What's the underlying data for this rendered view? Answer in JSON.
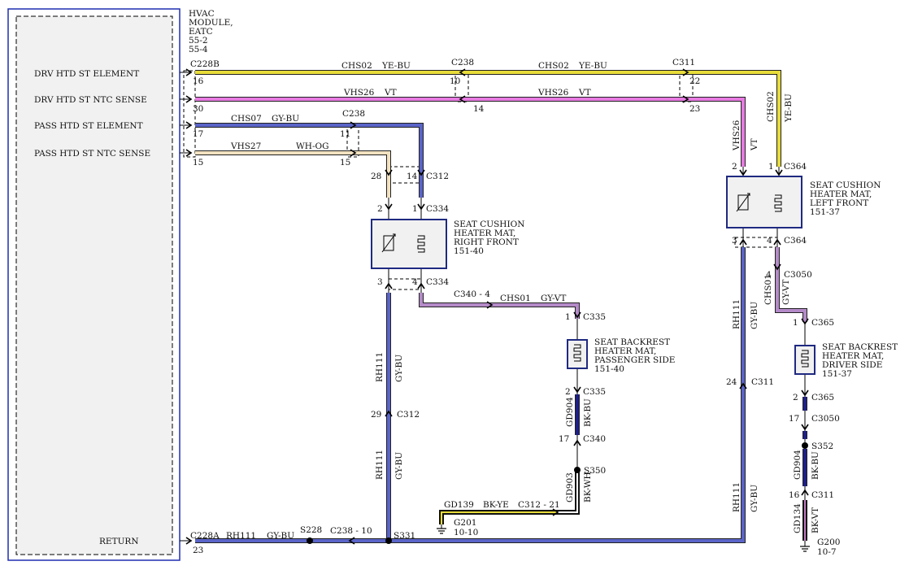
{
  "module": {
    "title_lines": [
      "HVAC",
      "MODULE,",
      "EATC",
      "55-2",
      "55-4"
    ],
    "pins": [
      "DRV HTD ST ELEMENT",
      "DRV HTD ST NTC SENSE",
      "PASS HTD ST ELEMENT",
      "PASS HTD ST NTC SENSE",
      "RETURN"
    ]
  },
  "labels": {
    "c228b": "C228B",
    "c228a": "C228A",
    "c238": "C238",
    "c311": "C311",
    "c312": "C312",
    "c334": "C334",
    "c364": "C364",
    "c335": "C335",
    "c340": "C340",
    "c365": "C365",
    "c3050": "C3050",
    "c340_4": "C340 - 4",
    "c312_21": "C312 - 21",
    "c238_10": "C238 - 10",
    "s228": "S228",
    "s331": "S331",
    "s350": "S350",
    "s352": "S352",
    "g201": "G201",
    "g201_loc": "10-10",
    "g200": "G200",
    "g200_loc": "10-7",
    "chs02": "CHS02",
    "ye_bu": "YE-BU",
    "vhs26": "VHS26",
    "vt": "VT",
    "chs07": "CHS07",
    "gy_bu": "GY-BU",
    "vhs27": "VHS27",
    "wh_og": "WH-OG",
    "rh111": "RH111",
    "chs01": "CHS01",
    "gy_vt": "GY-VT",
    "gd904": "GD904",
    "bk_bu": "BK-BU",
    "gd903": "GD903",
    "bk_wh": "BK-WH",
    "gd139": "GD139",
    "bk_ye": "BK-YE",
    "gd134": "GD134",
    "bk_vt": "BK-VT",
    "p16": "16",
    "p30": "30",
    "p17": "17",
    "p15": "15",
    "p23": "23",
    "p10": "10",
    "p14": "14",
    "p22": "22",
    "p11": "11",
    "p28": "28",
    "p2": "2",
    "p1": "1",
    "p3": "3",
    "p4": "4",
    "p29": "29",
    "p24": "24"
  },
  "components": {
    "rf_mat": [
      "SEAT CUSHION",
      "HEATER MAT,",
      "RIGHT FRONT",
      "151-40"
    ],
    "lf_mat": [
      "SEAT CUSHION",
      "HEATER MAT,",
      "LEFT FRONT",
      "151-37"
    ],
    "pass_back": [
      "SEAT BACKREST",
      "HEATER MAT,",
      "PASSENGER SIDE",
      "151-40"
    ],
    "drv_back": [
      "SEAT BACKREST",
      "HEATER MAT,",
      "DRIVER SIDE",
      "151-37"
    ]
  }
}
